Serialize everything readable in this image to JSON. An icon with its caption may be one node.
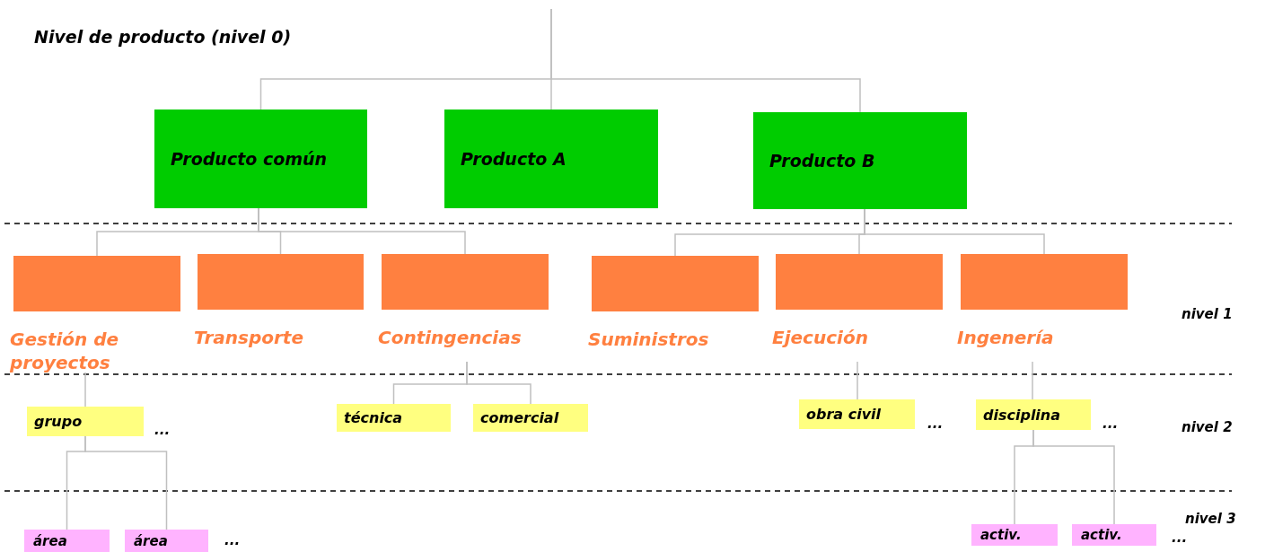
{
  "diagram": {
    "nodes": [
      {
        "text": [
          "Producto común"
        ]
      },
      {
        "text": [
          "Producto A"
        ]
      },
      {
        "text": [
          "Producto B"
        ]
      },
      {
        "text": [
          "Gestión de proyectos"
        ]
      },
      {
        "text": [
          "Transporte"
        ]
      },
      {
        "text": [
          "Contingencias"
        ]
      },
      {
        "text": [
          "Suministros"
        ]
      },
      {
        "text": [
          "Ejecución"
        ]
      },
      {
        "text": [
          "Ingenería"
        ]
      },
      {
        "text": [
          "grupo"
        ]
      },
      {
        "text": [
          "técnica"
        ]
      },
      {
        "text": [
          "comercial"
        ]
      },
      {
        "text": [
          "obra civil"
        ]
      },
      {
        "text": [
          "disciplina"
        ]
      },
      {
        "text": [
          "área"
        ]
      },
      {
        "text": [
          "área"
        ]
      },
      {
        "text": [
          "activ."
        ]
      },
      {
        "text": [
          "activ."
        ]
      }
    ],
    "edges": [
      {
        "from": null,
        "to": 0,
        "arrow": "none"
      },
      {
        "from": null,
        "to": 1,
        "arrow": "none"
      },
      {
        "from": null,
        "to": 2,
        "arrow": "none"
      },
      {
        "from": 0,
        "to": 3,
        "arrow": "none"
      },
      {
        "from": 0,
        "to": 4,
        "arrow": "none"
      },
      {
        "from": 0,
        "to": 5,
        "arrow": "none"
      },
      {
        "from": 2,
        "to": 6,
        "arrow": "none"
      },
      {
        "from": 2,
        "to": 7,
        "arrow": "none"
      },
      {
        "from": 2,
        "to": 8,
        "arrow": "none"
      },
      {
        "from": 3,
        "to": 9,
        "arrow": "none"
      },
      {
        "from": 5,
        "to": 10,
        "arrow": "none"
      },
      {
        "from": 5,
        "to": 11,
        "arrow": "none"
      },
      {
        "from": 7,
        "to": 12,
        "arrow": "none"
      },
      {
        "from": 8,
        "to": 13,
        "arrow": "none"
      },
      {
        "from": 9,
        "to": 14,
        "arrow": "none"
      },
      {
        "from": 9,
        "to": 15,
        "arrow": "none"
      },
      {
        "from": 13,
        "to": 16,
        "arrow": "none"
      },
      {
        "from": 13,
        "to": 17,
        "arrow": "none"
      }
    ],
    "labels": [
      "Nivel de producto (nivel 0)",
      "nivel 1",
      "...",
      "...",
      "...",
      "nivel 2",
      "nivel 3",
      "...",
      "..."
    ]
  }
}
